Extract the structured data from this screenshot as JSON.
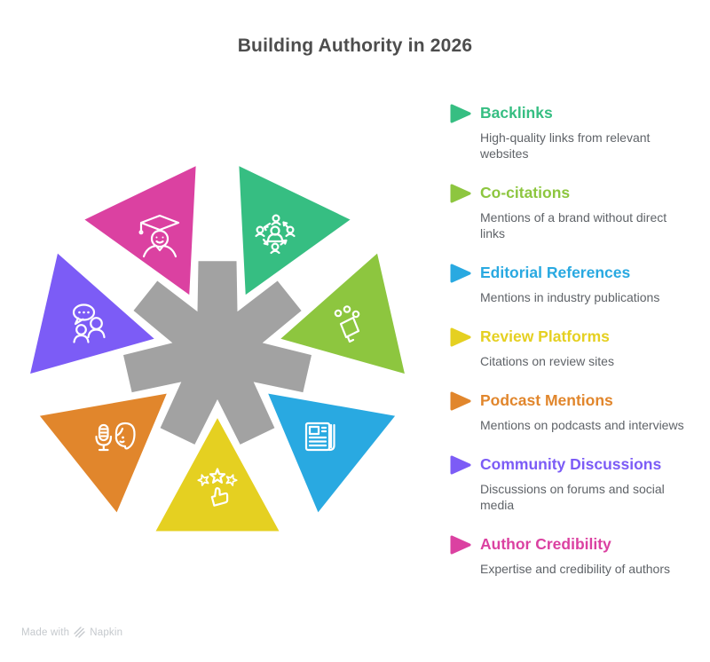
{
  "title": "Building Authority in 2026",
  "diagram": {
    "center_color": "#a2a2a2",
    "triangle_stroke": "#ffffff"
  },
  "items": [
    {
      "label": "Backlinks",
      "description": "High-quality links from relevant websites",
      "color": "#36be82",
      "icon": "linked-people-network-icon"
    },
    {
      "label": "Co-citations",
      "description": "Mentions of a brand without direct links",
      "color": "#8dc63f",
      "icon": "megaphone-mentions-icon"
    },
    {
      "label": "Editorial References",
      "description": "Mentions in industry publications",
      "color": "#29a9e1",
      "icon": "newspaper-icon"
    },
    {
      "label": "Review Platforms",
      "description": "Citations on review sites",
      "color": "#e5d021",
      "icon": "stars-thumbs-up-icon"
    },
    {
      "label": "Podcast Mentions",
      "description": "Mentions on podcasts and interviews",
      "color": "#e1862c",
      "icon": "microphone-speaker-icon"
    },
    {
      "label": "Community Discussions",
      "description": "Discussions on forums and social media",
      "color": "#7c5cf6",
      "icon": "chat-people-icon"
    },
    {
      "label": "Author Credibility",
      "description": "Expertise and credibility of authors",
      "color": "#db41a1",
      "icon": "graduate-person-icon"
    }
  ],
  "footer": {
    "prefix": "Made with",
    "brand": "Napkin"
  }
}
